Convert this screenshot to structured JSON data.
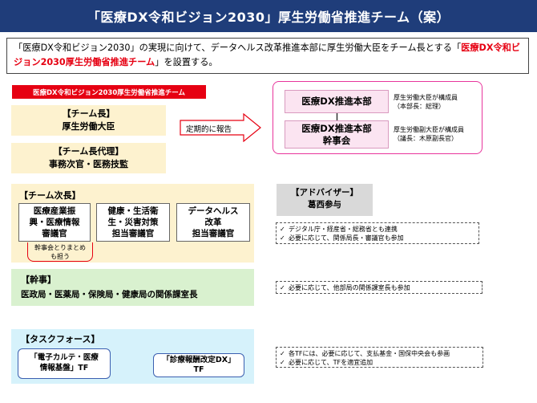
{
  "title": "「医療DX令和ビジョン2030」厚生労働省推進チーム（案）",
  "intro": {
    "text_before": "「医療DX令和ビジョン2030」の実現に向けて、データヘルス改革推進本部に厚生労働大臣をチーム長とする「",
    "highlight": "医療DX令和ビジョン2030厚生労働省推進チーム",
    "text_after": "」を設置する。"
  },
  "team_tag": "医療DX令和ビジョン2030厚生労働省推進チーム",
  "chief": {
    "label": "【チーム長】",
    "name": "厚生労働大臣"
  },
  "deputy": {
    "label": "【チーム長代理】",
    "name": "事務次官・医務技監"
  },
  "vice": {
    "label": "【チーム次長】",
    "roles": [
      {
        "line1": "医療産業振",
        "line2": "興・医療情報",
        "line3": "審議官"
      },
      {
        "line1": "健康・生活衛",
        "line2": "生・災害対策",
        "line3": "担当審議官"
      },
      {
        "line1": "データヘルス",
        "line2": "改革",
        "line3": "担当審議官"
      }
    ],
    "note_line1": "幹事会とりまとめ",
    "note_line2": "も担う"
  },
  "kanji": {
    "label": "【幹事】",
    "body": "医政局・医薬局・保険局・健康局の関係課室長"
  },
  "taskforce": {
    "label": "【タスクフォース】",
    "tf1_line1": "「電子カルテ・医療",
    "tf1_line2": "情報基盤」TF",
    "tf2_line1": "「診療報酬改定DX」",
    "tf2_line2": "TF"
  },
  "report_label": "定期的に報告",
  "hq": {
    "name": "医療DX推進本部",
    "note_line1": "厚生労働大臣が構成員",
    "note_line2": "（本部長：総理）"
  },
  "exec": {
    "name_line1": "医療DX推進本部",
    "name_line2": "幹事会",
    "note_line1": "厚生労働副大臣が構成員",
    "note_line2": "（議長：木原副長官）"
  },
  "advisor": {
    "label": "【アドバイザー】",
    "name": "葛西参与"
  },
  "advisor_notes": [
    "デジタル庁・経産省・総務省とも連携",
    "必要に応じて、関係局長・審議官も参加"
  ],
  "kanji_notes": [
    "必要に応じて、他部局の関係課室長も参加"
  ],
  "tf_notes": [
    "各TFには、必要に応じて、支払基金・国保中央会も参画",
    "必要に応じて、TFを適宜追加"
  ],
  "colors": {
    "title_bg": "#1f3d7a",
    "accent_red": "#e60012",
    "pink_border": "#e8359c"
  },
  "icons": [
    "check-icon",
    "arrow-right-icon"
  ]
}
